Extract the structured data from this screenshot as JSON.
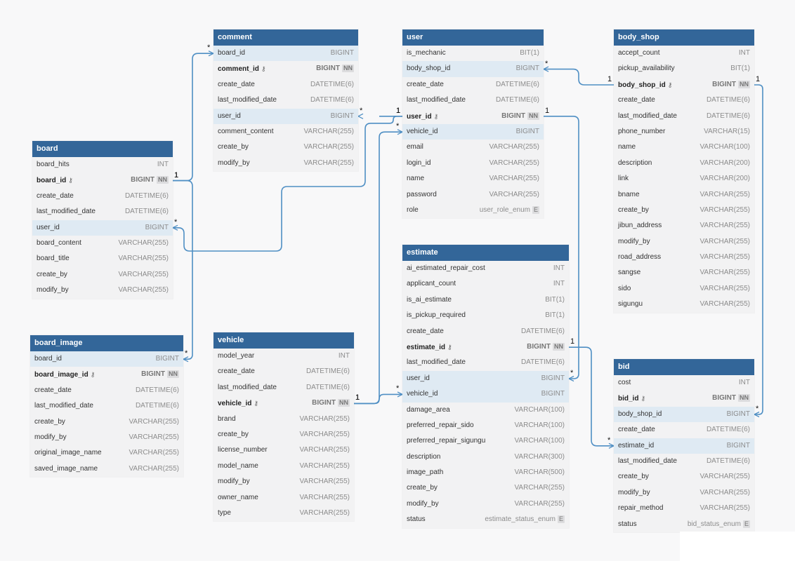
{
  "colors": {
    "header": "#336699",
    "line": "#4f8fc4",
    "highlight": "#dfeaf3",
    "body": "#f2f2f3"
  },
  "tables": [
    {
      "id": "comment",
      "title": "comment",
      "columns": [
        {
          "name": "board_id",
          "type": "BIGINT",
          "hl": true
        },
        {
          "name": "comment_id",
          "type": "BIGINT",
          "pk": true,
          "nn": "NN"
        },
        {
          "name": "create_date",
          "type": "DATETIME(6)"
        },
        {
          "name": "last_modified_date",
          "type": "DATETIME(6)"
        },
        {
          "name": "user_id",
          "type": "BIGINT",
          "hl": true
        },
        {
          "name": "comment_content",
          "type": "VARCHAR(255)"
        },
        {
          "name": "create_by",
          "type": "VARCHAR(255)"
        },
        {
          "name": "modify_by",
          "type": "VARCHAR(255)"
        }
      ]
    },
    {
      "id": "user",
      "title": "user",
      "columns": [
        {
          "name": "is_mechanic",
          "type": "BIT(1)"
        },
        {
          "name": "body_shop_id",
          "type": "BIGINT",
          "hl": true
        },
        {
          "name": "create_date",
          "type": "DATETIME(6)"
        },
        {
          "name": "last_modified_date",
          "type": "DATETIME(6)"
        },
        {
          "name": "user_id",
          "type": "BIGINT",
          "pk": true,
          "nn": "NN"
        },
        {
          "name": "vehicle_id",
          "type": "BIGINT",
          "hl": true
        },
        {
          "name": "email",
          "type": "VARCHAR(255)"
        },
        {
          "name": "login_id",
          "type": "VARCHAR(255)"
        },
        {
          "name": "name",
          "type": "VARCHAR(255)"
        },
        {
          "name": "password",
          "type": "VARCHAR(255)"
        },
        {
          "name": "role",
          "type": "user_role_enum",
          "e": "E"
        }
      ]
    },
    {
      "id": "body_shop",
      "title": "body_shop",
      "columns": [
        {
          "name": "accept_count",
          "type": "INT"
        },
        {
          "name": "pickup_availability",
          "type": "BIT(1)"
        },
        {
          "name": "body_shop_id",
          "type": "BIGINT",
          "pk": true,
          "nn": "NN"
        },
        {
          "name": "create_date",
          "type": "DATETIME(6)"
        },
        {
          "name": "last_modified_date",
          "type": "DATETIME(6)"
        },
        {
          "name": "phone_number",
          "type": "VARCHAR(15)"
        },
        {
          "name": "name",
          "type": "VARCHAR(100)"
        },
        {
          "name": "description",
          "type": "VARCHAR(200)"
        },
        {
          "name": "link",
          "type": "VARCHAR(200)"
        },
        {
          "name": "bname",
          "type": "VARCHAR(255)"
        },
        {
          "name": "create_by",
          "type": "VARCHAR(255)"
        },
        {
          "name": "jibun_address",
          "type": "VARCHAR(255)"
        },
        {
          "name": "modify_by",
          "type": "VARCHAR(255)"
        },
        {
          "name": "road_address",
          "type": "VARCHAR(255)"
        },
        {
          "name": "sangse",
          "type": "VARCHAR(255)"
        },
        {
          "name": "sido",
          "type": "VARCHAR(255)"
        },
        {
          "name": "sigungu",
          "type": "VARCHAR(255)"
        }
      ]
    },
    {
      "id": "board",
      "title": "board",
      "columns": [
        {
          "name": "board_hits",
          "type": "INT"
        },
        {
          "name": "board_id",
          "type": "BIGINT",
          "pk": true,
          "nn": "NN"
        },
        {
          "name": "create_date",
          "type": "DATETIME(6)"
        },
        {
          "name": "last_modified_date",
          "type": "DATETIME(6)"
        },
        {
          "name": "user_id",
          "type": "BIGINT",
          "hl": true
        },
        {
          "name": "board_content",
          "type": "VARCHAR(255)"
        },
        {
          "name": "board_title",
          "type": "VARCHAR(255)"
        },
        {
          "name": "create_by",
          "type": "VARCHAR(255)"
        },
        {
          "name": "modify_by",
          "type": "VARCHAR(255)"
        }
      ]
    },
    {
      "id": "estimate",
      "title": "estimate",
      "columns": [
        {
          "name": "ai_estimated_repair_cost",
          "type": "INT"
        },
        {
          "name": "applicant_count",
          "type": "INT"
        },
        {
          "name": "is_ai_estimate",
          "type": "BIT(1)"
        },
        {
          "name": "is_pickup_required",
          "type": "BIT(1)"
        },
        {
          "name": "create_date",
          "type": "DATETIME(6)"
        },
        {
          "name": "estimate_id",
          "type": "BIGINT",
          "pk": true,
          "nn": "NN"
        },
        {
          "name": "last_modified_date",
          "type": "DATETIME(6)"
        },
        {
          "name": "user_id",
          "type": "BIGINT",
          "hl": true
        },
        {
          "name": "vehicle_id",
          "type": "BIGINT",
          "hl": true
        },
        {
          "name": "damage_area",
          "type": "VARCHAR(100)"
        },
        {
          "name": "preferred_repair_sido",
          "type": "VARCHAR(100)"
        },
        {
          "name": "preferred_repair_sigungu",
          "type": "VARCHAR(100)"
        },
        {
          "name": "description",
          "type": "VARCHAR(300)"
        },
        {
          "name": "image_path",
          "type": "VARCHAR(500)"
        },
        {
          "name": "create_by",
          "type": "VARCHAR(255)"
        },
        {
          "name": "modify_by",
          "type": "VARCHAR(255)"
        },
        {
          "name": "status",
          "type": "estimate_status_enum",
          "e": "E"
        }
      ]
    },
    {
      "id": "board_image",
      "title": "board_image",
      "columns": [
        {
          "name": "board_id",
          "type": "BIGINT",
          "hl": true
        },
        {
          "name": "board_image_id",
          "type": "BIGINT",
          "pk": true,
          "nn": "NN"
        },
        {
          "name": "create_date",
          "type": "DATETIME(6)"
        },
        {
          "name": "last_modified_date",
          "type": "DATETIME(6)"
        },
        {
          "name": "create_by",
          "type": "VARCHAR(255)"
        },
        {
          "name": "modify_by",
          "type": "VARCHAR(255)"
        },
        {
          "name": "original_image_name",
          "type": "VARCHAR(255)"
        },
        {
          "name": "saved_image_name",
          "type": "VARCHAR(255)"
        }
      ]
    },
    {
      "id": "vehicle",
      "title": "vehicle",
      "columns": [
        {
          "name": "model_year",
          "type": "INT"
        },
        {
          "name": "create_date",
          "type": "DATETIME(6)"
        },
        {
          "name": "last_modified_date",
          "type": "DATETIME(6)"
        },
        {
          "name": "vehicle_id",
          "type": "BIGINT",
          "pk": true,
          "nn": "NN"
        },
        {
          "name": "brand",
          "type": "VARCHAR(255)"
        },
        {
          "name": "create_by",
          "type": "VARCHAR(255)"
        },
        {
          "name": "license_number",
          "type": "VARCHAR(255)"
        },
        {
          "name": "model_name",
          "type": "VARCHAR(255)"
        },
        {
          "name": "modify_by",
          "type": "VARCHAR(255)"
        },
        {
          "name": "owner_name",
          "type": "VARCHAR(255)"
        },
        {
          "name": "type",
          "type": "VARCHAR(255)"
        }
      ]
    },
    {
      "id": "bid",
      "title": "bid",
      "columns": [
        {
          "name": "cost",
          "type": "INT"
        },
        {
          "name": "bid_id",
          "type": "BIGINT",
          "pk": true,
          "nn": "NN"
        },
        {
          "name": "body_shop_id",
          "type": "BIGINT",
          "hl": true
        },
        {
          "name": "create_date",
          "type": "DATETIME(6)"
        },
        {
          "name": "estimate_id",
          "type": "BIGINT",
          "hl": true
        },
        {
          "name": "last_modified_date",
          "type": "DATETIME(6)"
        },
        {
          "name": "create_by",
          "type": "VARCHAR(255)"
        },
        {
          "name": "modify_by",
          "type": "VARCHAR(255)"
        },
        {
          "name": "repair_method",
          "type": "VARCHAR(255)"
        },
        {
          "name": "status",
          "type": "bid_status_enum",
          "e": "E"
        }
      ]
    }
  ],
  "relations": [
    {
      "from": "board.board_id",
      "to": "comment.board_id",
      "one": "1",
      "many": "*"
    },
    {
      "from": "board.board_id",
      "to": "board_image.board_id",
      "one": "1",
      "many": "*"
    },
    {
      "from": "user.user_id",
      "to": "comment.user_id",
      "one": "1",
      "many": "*"
    },
    {
      "from": "user.user_id",
      "to": "board.user_id",
      "one": "1",
      "many": "*"
    },
    {
      "from": "body_shop.body_shop_id",
      "to": "user.body_shop_id",
      "one": "1",
      "many": "*"
    },
    {
      "from": "body_shop.body_shop_id",
      "to": "bid.body_shop_id",
      "one": "1",
      "many": "*"
    },
    {
      "from": "user.user_id",
      "to": "estimate.user_id",
      "one": "1",
      "many": "*"
    },
    {
      "from": "vehicle.vehicle_id",
      "to": "user.vehicle_id",
      "one": "1",
      "many": "*"
    },
    {
      "from": "vehicle.vehicle_id",
      "to": "estimate.vehicle_id",
      "one": "1",
      "many": "*"
    },
    {
      "from": "estimate.estimate_id",
      "to": "bid.estimate_id",
      "one": "1",
      "many": "*"
    }
  ]
}
